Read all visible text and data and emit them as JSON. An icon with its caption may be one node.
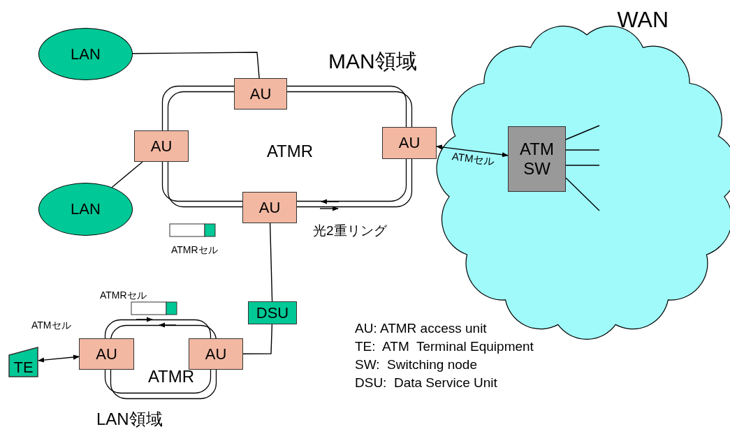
{
  "diagram": {
    "nodes": [
      {
        "text": [
          "LAN"
        ]
      },
      {
        "text": [
          "AU"
        ]
      },
      {
        "text": [
          "ATMR"
        ]
      },
      {
        "text": [
          "AU"
        ]
      },
      {
        "text": [
          "AU"
        ]
      },
      {
        "text": [
          "AU"
        ]
      },
      {
        "text": [
          "WAN"
        ]
      },
      {
        "text": [
          "ATM SW"
        ],
        "in": 6
      },
      {
        "text": [
          "LAN"
        ]
      },
      {
        "text": [
          "DSU"
        ]
      },
      {
        "text": [
          "ATMR"
        ]
      },
      {
        "text": [
          "AU"
        ]
      },
      {
        "text": [
          "AU"
        ]
      },
      {
        "text": [
          "TE"
        ]
      }
    ],
    "edges": [
      {
        "from": 0,
        "to": 1,
        "arrow": "none"
      },
      {
        "from": 3,
        "to": 8,
        "arrow": "none"
      },
      {
        "from": 4,
        "to": 7,
        "arrow": "both",
        "label": "ATMセル"
      },
      {
        "from": 5,
        "to": 9,
        "arrow": "none"
      },
      {
        "from": 9,
        "to": 12,
        "arrow": "none"
      },
      {
        "from": 13,
        "to": 11,
        "arrow": "both"
      },
      {
        "from": 7,
        "to": null,
        "arrow": "none"
      },
      {
        "from": 7,
        "to": null,
        "arrow": "none"
      },
      {
        "from": 7,
        "to": null,
        "arrow": "none"
      },
      {
        "from": 7,
        "to": null,
        "arrow": "none"
      }
    ],
    "labels": [
      "MAN領域",
      "光2重リング",
      "ATMRセル",
      "ATMRセル",
      "ATMセル",
      "AU: ATMR access unit",
      "TE:  ATM  Terminal Equipment",
      "SW:  Switching node",
      "DSU:  Data Service Unit",
      "LAN領域"
    ]
  }
}
